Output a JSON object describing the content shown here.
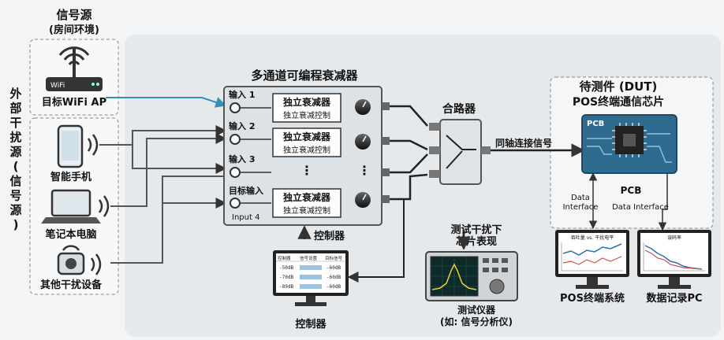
{
  "source": {
    "title": "信号源",
    "subtitle": "(房间环境)",
    "wifi_screen": "WiFi",
    "wifi_label": "目标WiFi AP"
  },
  "interference": {
    "vertical_title": "外部干扰源(信号源)",
    "phone_label": "智能手机",
    "laptop_label": "笔记本电脑",
    "other_label": "其他干扰设备"
  },
  "attenuator": {
    "title": "多通道可编程衰减器",
    "inputs": [
      "输入 1",
      "输入 2",
      "输入 3"
    ],
    "target_input": "目标输入",
    "target_input_en": "Input 4",
    "channel_title": "独立衰减器",
    "channel_sub": "独立衰减控制",
    "ellipsis": "⋮"
  },
  "combiner": {
    "title": "合路器",
    "link_label": "同轴连接信号"
  },
  "controller": {
    "arrow_label": "控制器",
    "caption": "控制器",
    "headers": [
      "控制器",
      "信号设置",
      "目标信号"
    ],
    "rows": [
      [
        "-50dB",
        "-60dB"
      ],
      [
        "-70dB",
        "-60dB"
      ],
      [
        "-89dB",
        "-60dB"
      ]
    ]
  },
  "instrument": {
    "title": "测试干扰下\n芯片表现",
    "caption": "测试仪器\n(如: 信号分析仪)"
  },
  "dut": {
    "title": "待测件 (DUT)",
    "subtitle": "POS终端通信芯片",
    "pcb_label": "PCB",
    "pcb_caption": "PCB",
    "iface_left": "Data\nInterface",
    "iface_right": "Data Interface",
    "pos_caption": "POS终端系统",
    "pos_screen": "吞吐量 vs. 干扰电平",
    "pc_caption": "数据记录PC",
    "pc_screen": "误码率"
  },
  "colors": {
    "wifi_link": "#3a8fb7",
    "line": "#444444",
    "pcb": "#2f6a8f"
  }
}
